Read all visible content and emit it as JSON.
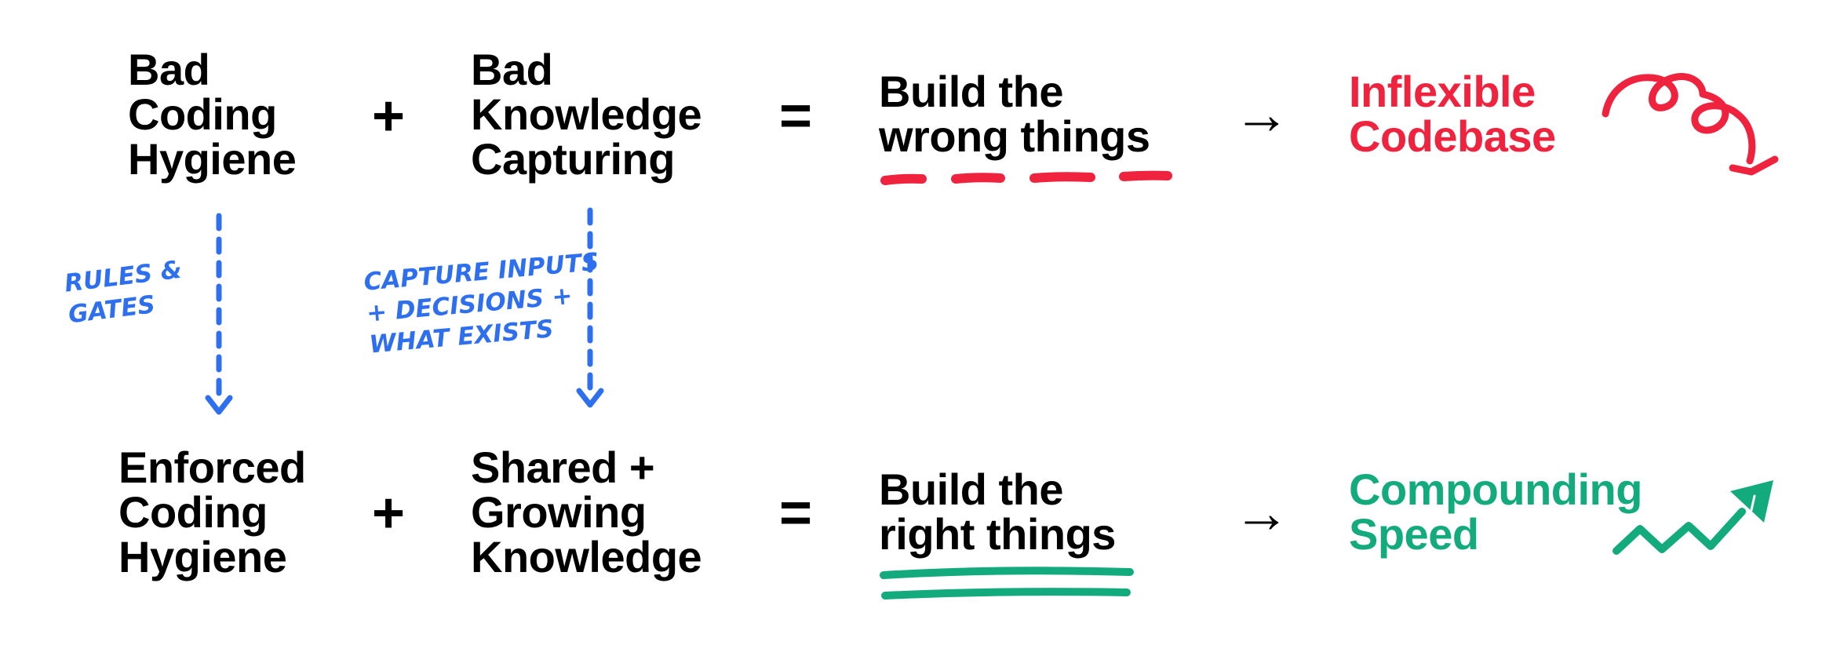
{
  "colors": {
    "text": "#000000",
    "red": "#f0233f",
    "green": "#13ab7d",
    "blue": "#2e6ff0"
  },
  "top_row": {
    "left": [
      "Bad",
      "Coding",
      "Hygiene"
    ],
    "plus": "+",
    "middle": [
      "Bad",
      "Knowledge",
      "Capturing"
    ],
    "equals": "=",
    "result": [
      "Build the",
      "wrong things"
    ],
    "arrow": "→",
    "outcome": [
      "Inflexible",
      "Codebase"
    ],
    "outcome_icon": "curly-down-arrow-icon"
  },
  "bottom_row": {
    "left": [
      "Enforced",
      "Coding",
      "Hygiene"
    ],
    "plus": "+",
    "middle": [
      "Shared +",
      "Growing",
      "Knowledge"
    ],
    "equals": "=",
    "result": [
      "Build the",
      "right things"
    ],
    "arrow": "→",
    "outcome": [
      "Compounding",
      "Speed"
    ],
    "outcome_icon": "trend-up-arrow-icon"
  },
  "annotations": {
    "left": [
      "RULES &",
      "GATES"
    ],
    "middle": [
      "CAPTURE INPUTS",
      "+ DECISIONS +",
      "WHAT EXISTS"
    ]
  }
}
